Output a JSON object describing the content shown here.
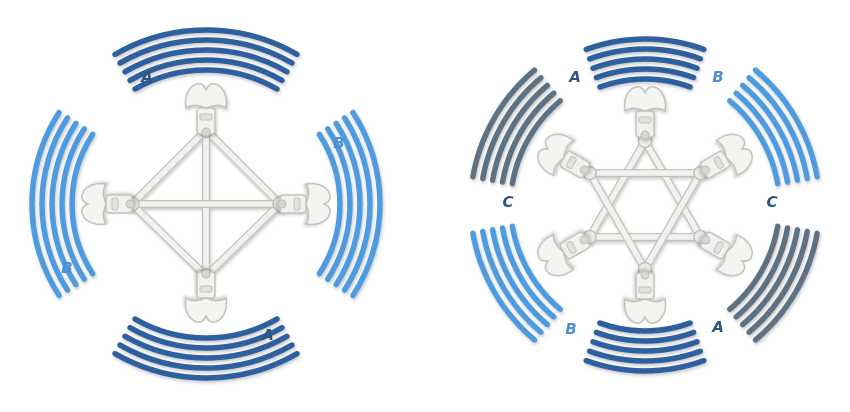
{
  "colors": {
    "wave_dark_blue": "#2f5f9e",
    "wave_light_blue": "#4f9be0",
    "wave_gray": "#5e7283",
    "frame_fill": "#f1f1ee",
    "frame_stroke": "#c2c2bc",
    "label_dark": "#2f5481",
    "label_light": "#4c8fd6"
  },
  "diagrams": [
    {
      "id": "quad",
      "arm_count": 4,
      "wave_groups": [
        {
          "direction": "up",
          "group": "A",
          "color": "wave_dark_blue"
        },
        {
          "direction": "right",
          "group": "B",
          "color": "wave_light_blue"
        },
        {
          "direction": "down",
          "group": "A",
          "color": "wave_dark_blue"
        },
        {
          "direction": "left",
          "group": "B",
          "color": "wave_light_blue"
        }
      ],
      "labels": [
        "A",
        "B",
        "A",
        "B"
      ]
    },
    {
      "id": "hex",
      "arm_count": 6,
      "wave_groups": [
        {
          "direction": "up",
          "group": "A",
          "color": "wave_dark_blue"
        },
        {
          "direction": "upper-right",
          "group": "B",
          "color": "wave_light_blue"
        },
        {
          "direction": "lower-right",
          "group": "C",
          "color": "wave_gray"
        },
        {
          "direction": "down",
          "group": "A",
          "color": "wave_dark_blue"
        },
        {
          "direction": "lower-left",
          "group": "B",
          "color": "wave_light_blue"
        },
        {
          "direction": "upper-left",
          "group": "C",
          "color": "wave_gray"
        }
      ],
      "labels": [
        "A",
        "B",
        "C",
        "A",
        "B",
        "C"
      ]
    }
  ]
}
